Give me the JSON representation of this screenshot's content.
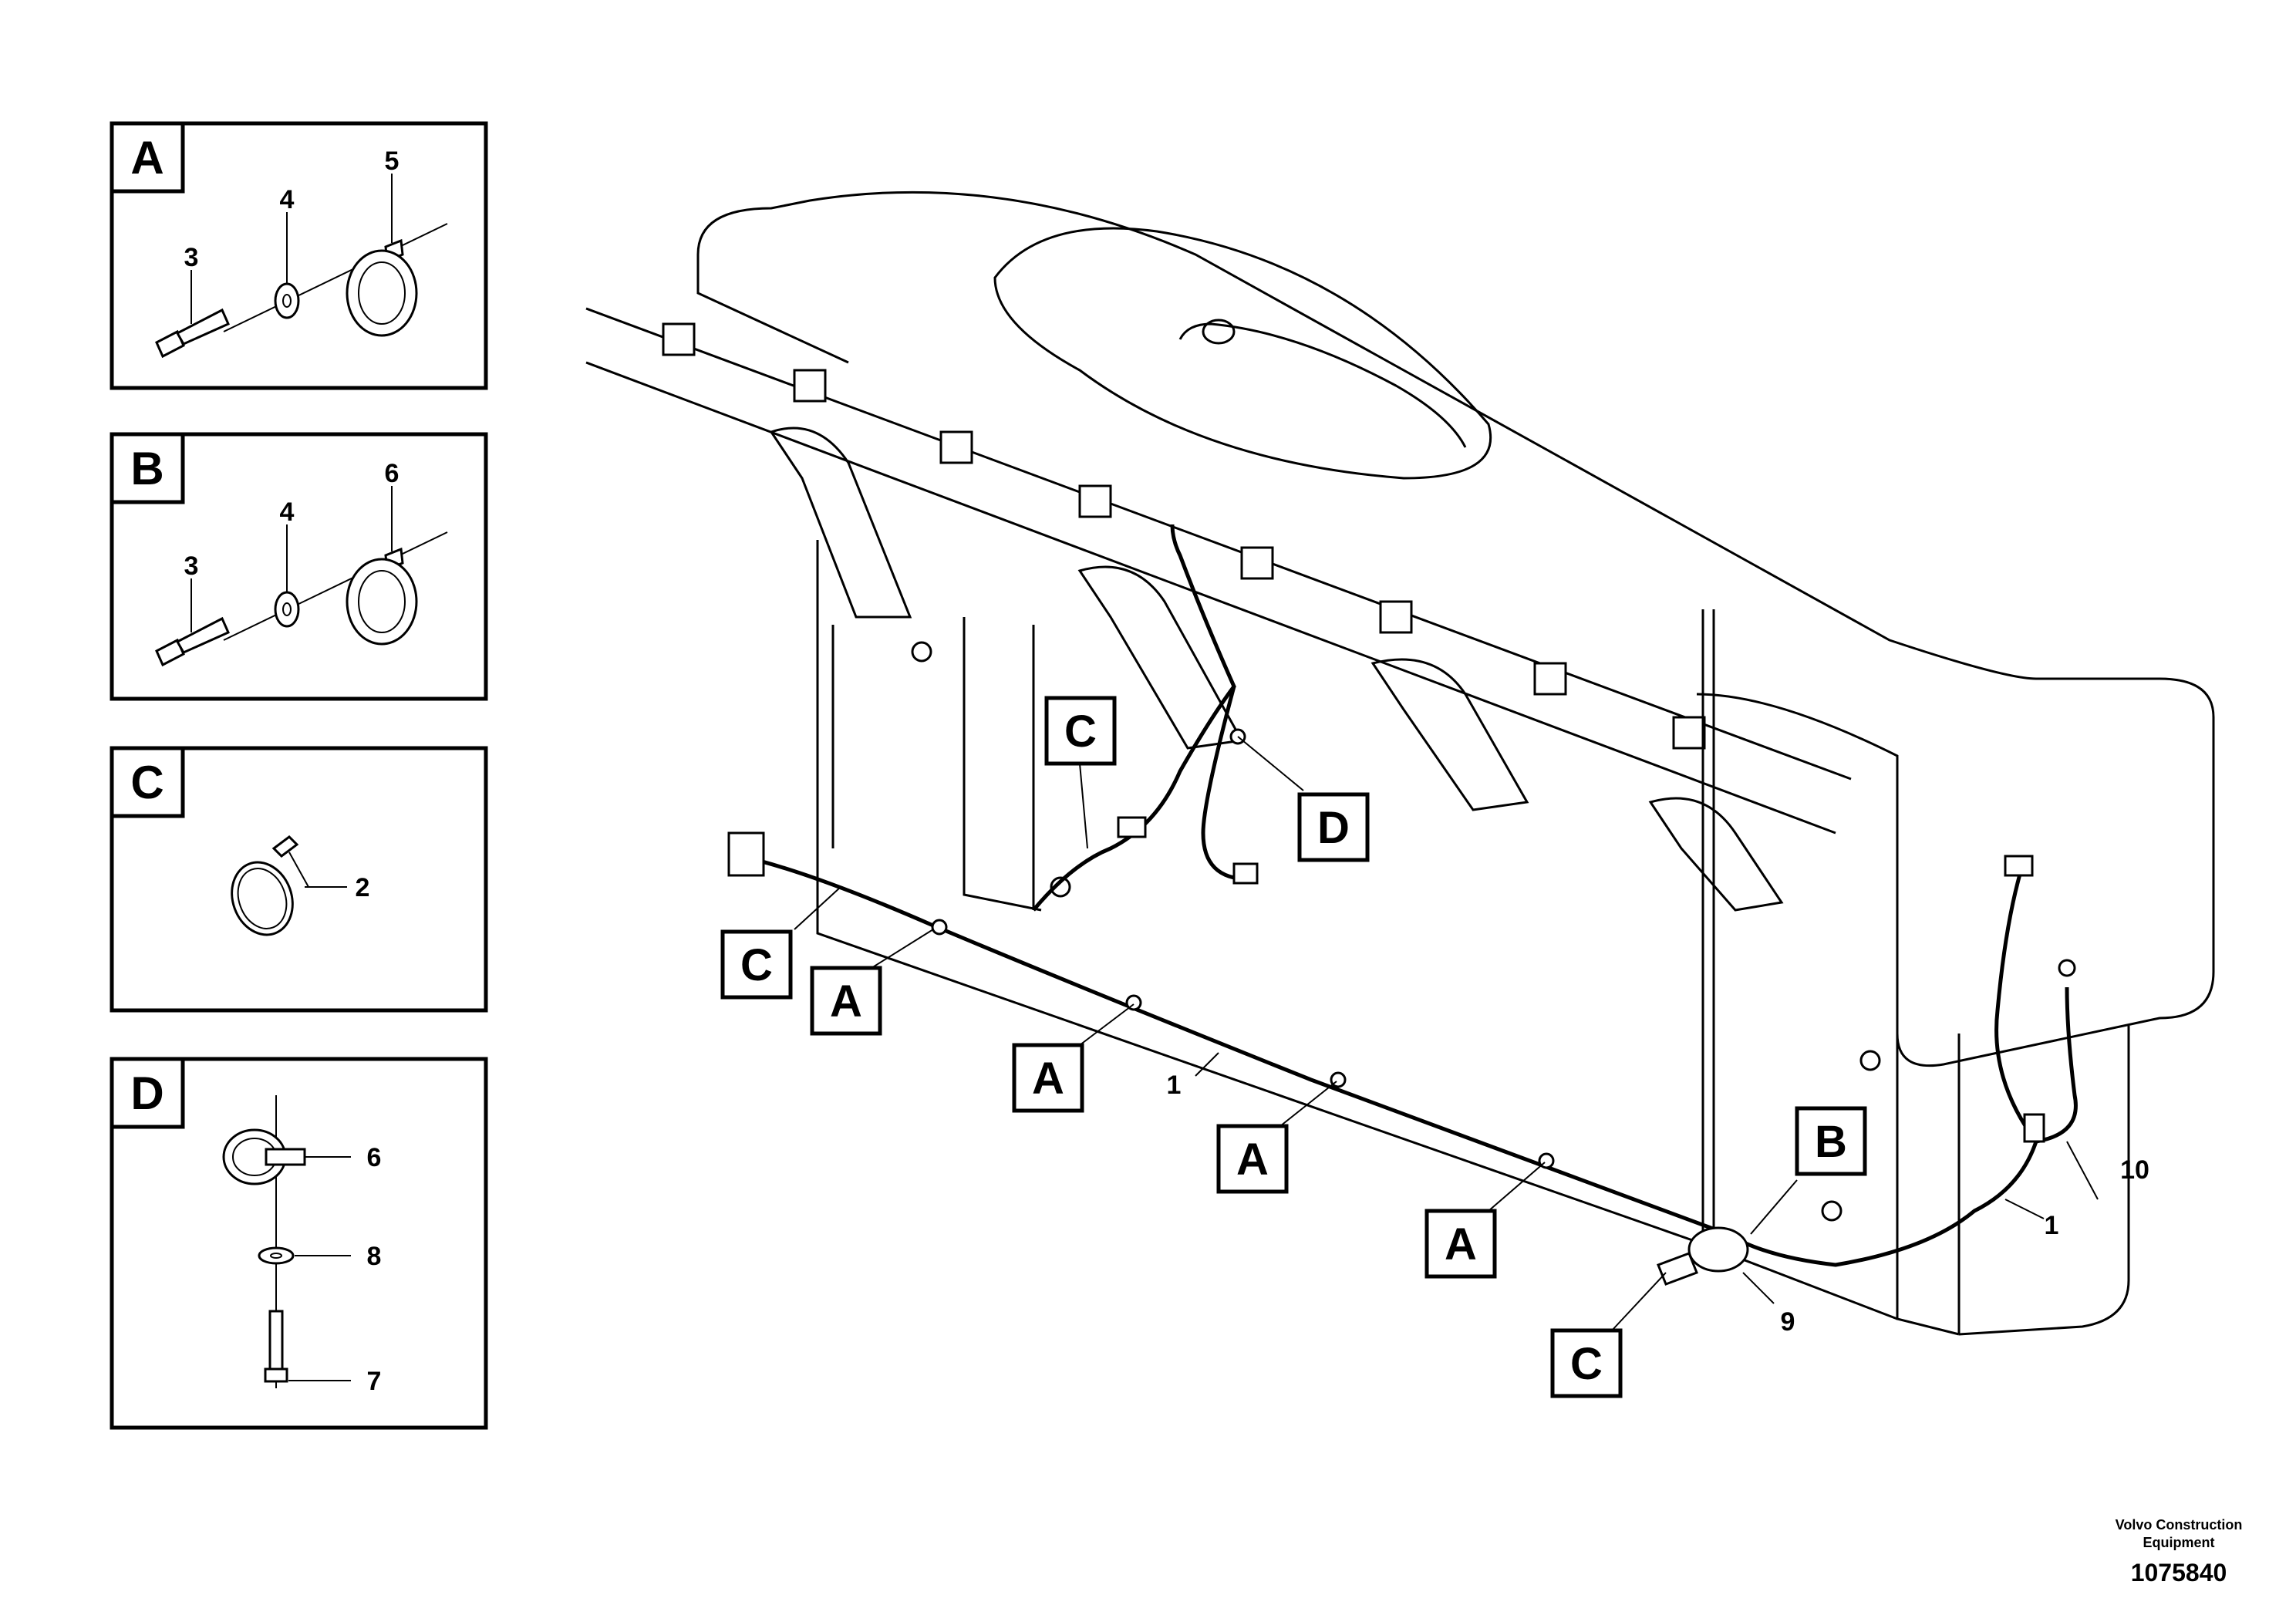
{
  "detail_panels": [
    {
      "letter": "A",
      "callouts": [
        "3",
        "4",
        "5"
      ]
    },
    {
      "letter": "B",
      "callouts": [
        "3",
        "4",
        "6"
      ]
    },
    {
      "letter": "C",
      "callouts": [
        "2"
      ]
    },
    {
      "letter": "D",
      "callouts": [
        "6",
        "8",
        "7"
      ]
    }
  ],
  "main_callouts": {
    "letters": [
      "C",
      "D",
      "C",
      "A",
      "A",
      "A",
      "A",
      "B",
      "C"
    ],
    "part_numbers": [
      "1",
      "1",
      "10",
      "9"
    ]
  },
  "footer": {
    "brand_line1": "Volvo Construction",
    "brand_line2": "Equipment",
    "drawing_number": "1075840"
  }
}
